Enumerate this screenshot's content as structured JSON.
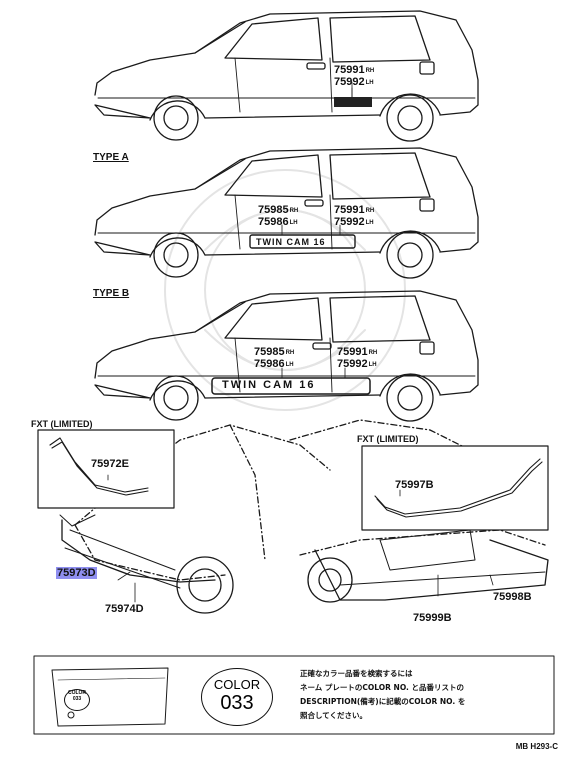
{
  "labels": {
    "car1": {
      "top": "75991",
      "top_suffix": "RH",
      "bottom": "75992",
      "bottom_suffix": "LH"
    },
    "type_a": "TYPE A",
    "car2": {
      "front_top": "75985",
      "front_top_suffix": "RH",
      "front_bottom": "75986",
      "front_bottom_suffix": "LH",
      "rear_top": "75991",
      "rear_top_suffix": "RH",
      "rear_bottom": "75992",
      "rear_bottom_suffix": "LH",
      "badge": "TWIN CAM 16"
    },
    "type_b": "TYPE B",
    "car3": {
      "front_top": "75985",
      "front_top_suffix": "RH",
      "front_bottom": "75986",
      "front_bottom_suffix": "LH",
      "rear_top": "75991",
      "rear_top_suffix": "RH",
      "rear_bottom": "75992",
      "rear_bottom_suffix": "LH",
      "badge": "TWIN CAM 16"
    },
    "fxt_left": "FXT (LIMITED)",
    "fxt_right": "FXT (LIMITED)",
    "part_75972e": "75972E",
    "part_75997b": "75997B",
    "part_75973d": "75973D",
    "part_75974d": "75974D",
    "part_75998b": "75998B",
    "part_75999b": "75999B"
  },
  "color_box": {
    "color_word": "COLOR",
    "color_number": "033",
    "plate_number": "033",
    "note_lines": [
      "正確なカラー品番を検索するには",
      "ネーム プレートのCOLOR NO. と品番リストの",
      "DESCRIPTION(備考)に記載のCOLOR NO. を",
      "照合してください。"
    ]
  },
  "diagram_code": "MB H293-C",
  "highlight_color": "#8f8ff0"
}
